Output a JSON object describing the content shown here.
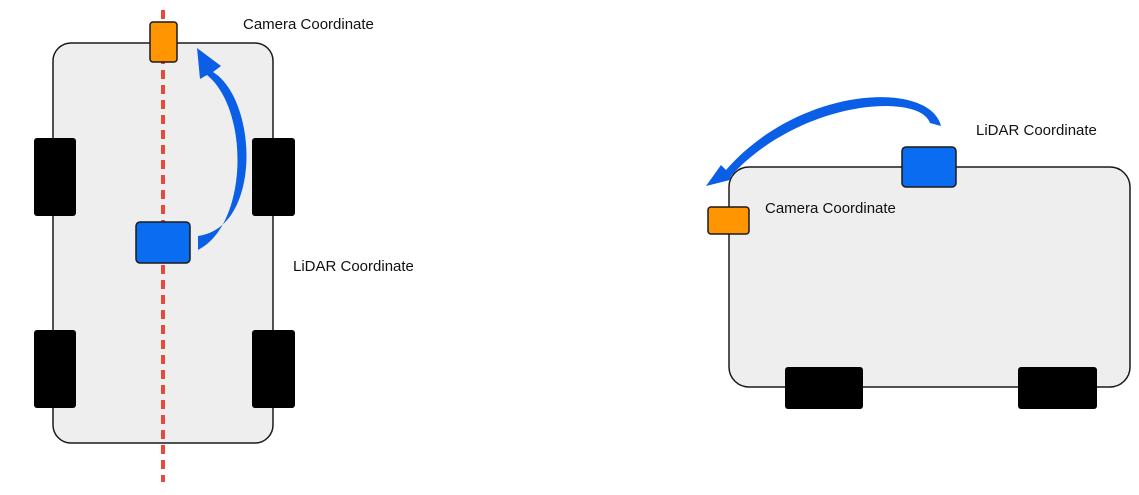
{
  "top_view": {
    "camera_label": "Camera Coordinate",
    "lidar_label": "LiDAR Coordinate"
  },
  "side_view": {
    "camera_label": "Camera Coordinate",
    "lidar_label": "LiDAR Coordinate"
  },
  "colors": {
    "body_fill": "#eeeeee",
    "outline": "#1a1a1a",
    "wheel": "#000000",
    "camera": "#ff9500",
    "lidar": "#0a6cf0",
    "arrow": "#0a5fe6",
    "centerline": "#e8493a"
  }
}
